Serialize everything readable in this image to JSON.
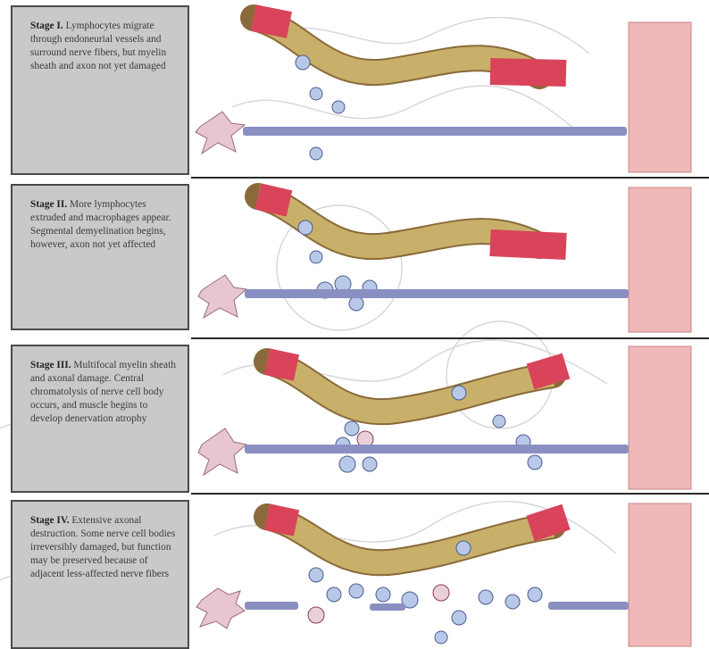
{
  "stages": [
    {
      "id": "stage-1",
      "title": "Stage I.",
      "text": "Lymphocytes migrate through endoneurial vessels and surround nerve fibers, but myelin sheath and axon not yet damaged"
    },
    {
      "id": "stage-2",
      "title": "Stage II.",
      "text": "More lymphocytes extruded and macrophages appear. Segmental demyelination begins, however, axon not yet affected"
    },
    {
      "id": "stage-3",
      "title": "Stage III.",
      "text": "Multifocal myelin sheath and axonal damage. Central chromatolysis of nerve cell body occurs, and muscle begins to develop denervation atrophy"
    },
    {
      "id": "stage-4",
      "title": "Stage IV.",
      "text": "Extensive axonal destruction. Some nerve cell bodies irreversibly damaged, but function may be preserved because of adjacent less-affected nerve fibers"
    }
  ],
  "colors": {
    "vessel_red": "#d9445a",
    "vessel_tan": "#c8b06a",
    "axon_blue": "#8a8fc2",
    "cell_blue": "#b8c8e8",
    "neuron_pink": "#e7c6cf",
    "muscle_pink": "#f0b8b8",
    "caption_gray": "#c9c9c9"
  }
}
